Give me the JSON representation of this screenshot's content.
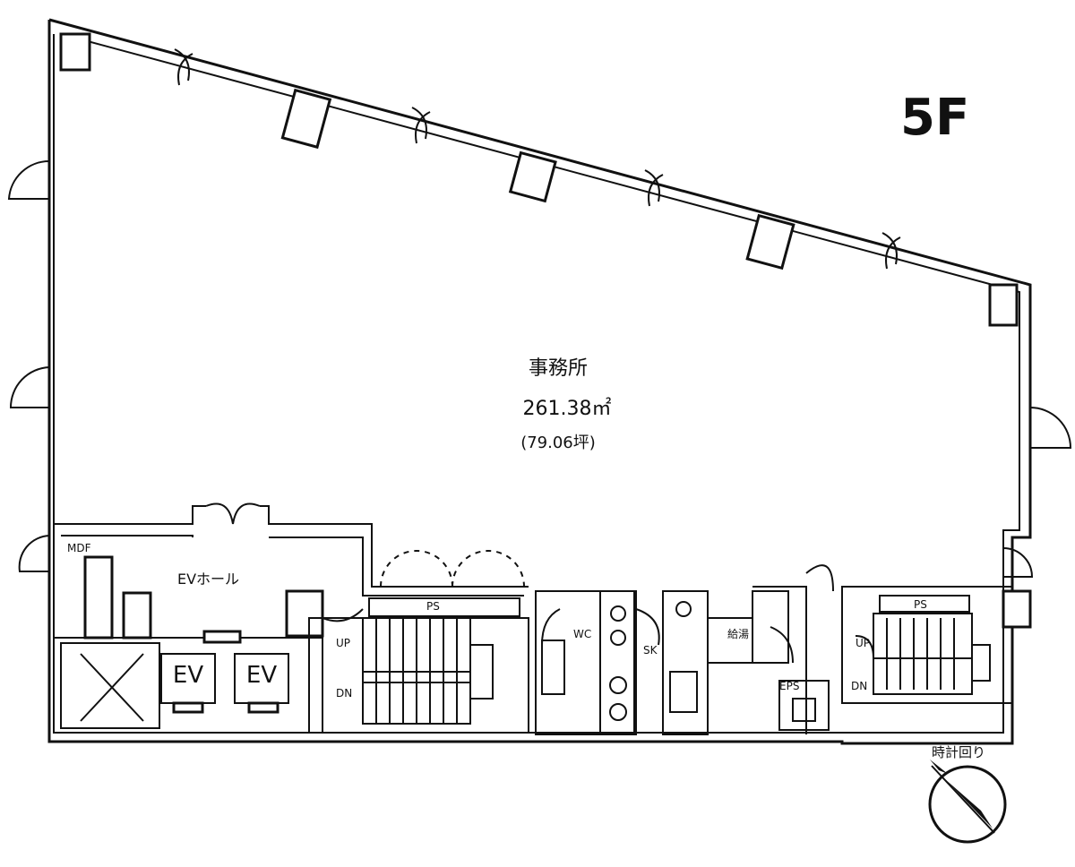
{
  "floor": {
    "label": "5F"
  },
  "office": {
    "name": "事務所",
    "area_sqm": "261.38㎡",
    "area_tsubo": "(79.06坪)"
  },
  "labels": {
    "ev_hall": "EVホール",
    "elevators": [
      "EV",
      "EV"
    ],
    "meter_room": "MDF",
    "ps_left": "PS",
    "ps_right": "PS",
    "eps": "EPS",
    "stair_up_left": "UP",
    "stair_dn_left": "DN",
    "stair_up_right": "UP",
    "stair_dn_right": "DN",
    "wc_label": "WC",
    "shower_label": "SK",
    "waiting": "給湯",
    "compass_note": "時計回り"
  },
  "compass": {
    "orientation": "north-arrow",
    "icon": "compass-icon"
  }
}
